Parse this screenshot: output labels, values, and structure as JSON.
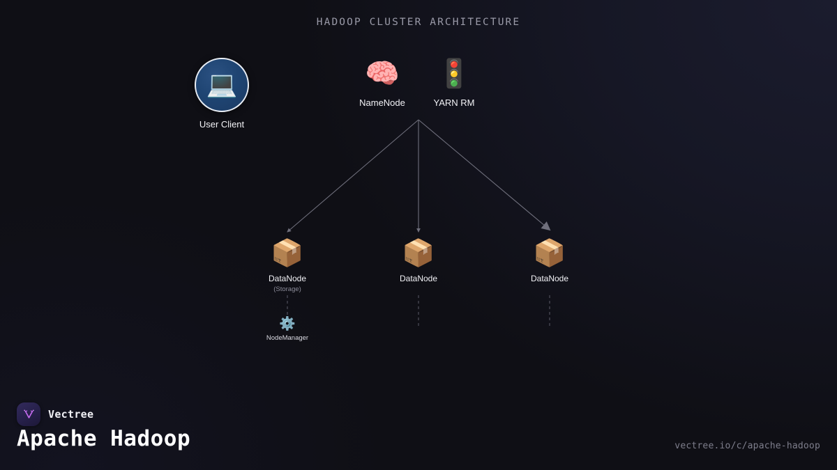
{
  "diagram": {
    "title": "HADOOP CLUSTER ARCHITECTURE",
    "nodes": {
      "client": {
        "label": "User Client",
        "icon": "laptop-icon",
        "glyph": "💻"
      },
      "namenode": {
        "label": "NameNode",
        "icon": "brain-icon",
        "glyph": "🧠"
      },
      "yarn": {
        "label": "YARN RM",
        "icon": "traffic-light-icon",
        "glyph": "🚦"
      },
      "datanode1": {
        "label": "DataNode",
        "sublabel": "(Storage)",
        "icon": "package-icon",
        "glyph": "📦"
      },
      "datanode2": {
        "label": "DataNode",
        "icon": "package-icon",
        "glyph": "📦"
      },
      "datanode3": {
        "label": "DataNode",
        "icon": "package-icon",
        "glyph": "📦"
      },
      "nodemanager": {
        "label": "NodeManager",
        "icon": "gear-icon",
        "glyph": "⚙️"
      }
    },
    "colors": {
      "background": "#0f0f15",
      "background_glow": "#1b1c2e",
      "edge": "#6f6f7c",
      "dashed_edge": "#44444f",
      "client_circle": "#1f4573",
      "client_ring": "#e9eef5",
      "title_text": "#9a9aa8",
      "label_text": "#f2f2f6",
      "sub_text": "#8c8c9a"
    }
  },
  "footer": {
    "brand": "Vectree",
    "logo_icon": "vectree-logo-icon",
    "title": "Apache Hadoop",
    "url": "vectree.io/c/apache-hadoop",
    "brand_accent": "#c56bf0"
  }
}
